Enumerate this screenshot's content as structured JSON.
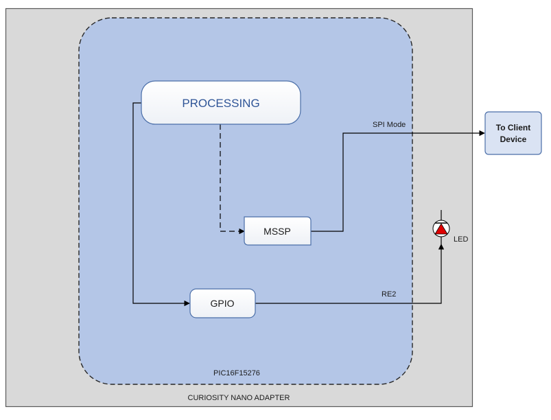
{
  "board": {
    "label": "CURIOSITY NANO ADAPTER"
  },
  "mcu": {
    "label": "PIC16F15276"
  },
  "blocks": {
    "processing": "PROCESSING",
    "mssp": "MSSP",
    "gpio": "GPIO",
    "client": {
      "line1": "To Client",
      "line2": "Device"
    }
  },
  "signals": {
    "spi": "SPI Mode",
    "re2": "RE2",
    "led": "LED"
  },
  "colors": {
    "board_fill": "#d9d9d9",
    "mcu_fill": "#b4c6e7",
    "client_fill": "#dae3f3",
    "processing_text": "#2f5597",
    "led_red": "#e00000"
  }
}
